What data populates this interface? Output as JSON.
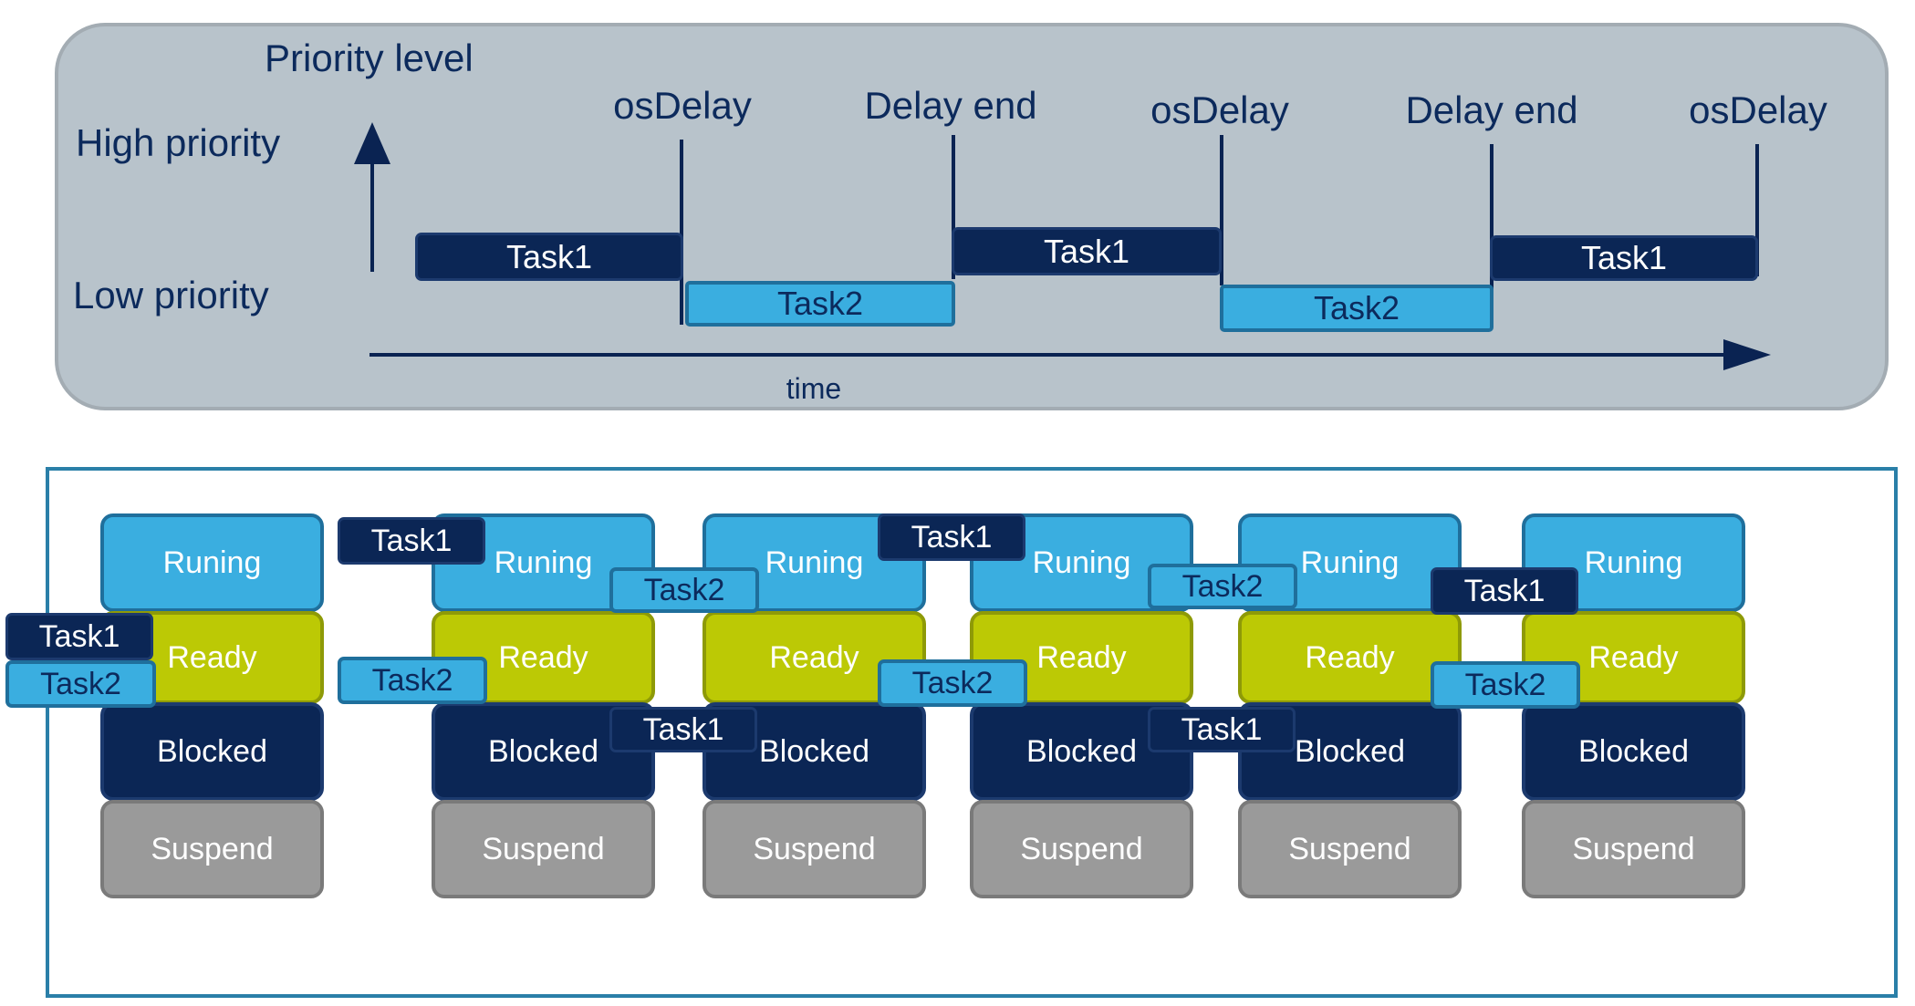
{
  "timeline": {
    "y_axis_title": "Priority level",
    "high_label": "High priority",
    "low_label": "Low priority",
    "x_axis_label": "time",
    "events": [
      "osDelay",
      "Delay end",
      "osDelay",
      "Delay end",
      "osDelay"
    ],
    "segments": [
      {
        "task": "Task1",
        "level": "high"
      },
      {
        "task": "Task2",
        "level": "low"
      },
      {
        "task": "Task1",
        "level": "high"
      },
      {
        "task": "Task2",
        "level": "low"
      },
      {
        "task": "Task1",
        "level": "high"
      }
    ]
  },
  "states": {
    "labels": [
      "Runing",
      "Ready",
      "Blocked",
      "Suspend"
    ],
    "snapshots": [
      {
        "Ready": [
          "Task1",
          "Task2"
        ]
      },
      {
        "Runing": [
          "Task1"
        ],
        "Ready": [
          "Task2"
        ]
      },
      {
        "Runing": [
          "Task2"
        ],
        "Blocked": [
          "Task1"
        ]
      },
      {
        "Runing": [
          "Task1"
        ],
        "Ready": [
          "Task2"
        ]
      },
      {
        "Runing": [
          "Task2"
        ],
        "Blocked": [
          "Task1"
        ]
      },
      {
        "Runing": [
          "Task1"
        ],
        "Ready": [
          "Task2"
        ]
      }
    ]
  },
  "tags": [
    "Task1",
    "Task2",
    "Task1",
    "Task2",
    "Task2",
    "Task1",
    "Task1",
    "Task2",
    "Task2",
    "Task1",
    "Task1",
    "Task2"
  ],
  "colors": {
    "timeline_bg": "#b8c3cb",
    "task1": "#0b2655",
    "task2": "#3aaee0",
    "running": "#3aaee0",
    "ready": "#bcc905",
    "blocked": "#0b2655",
    "suspend": "#9a9a9a",
    "frame": "#2a7fa8"
  },
  "icons": {
    "y_axis": "arrow-up-icon",
    "x_axis": "arrow-right-icon"
  }
}
